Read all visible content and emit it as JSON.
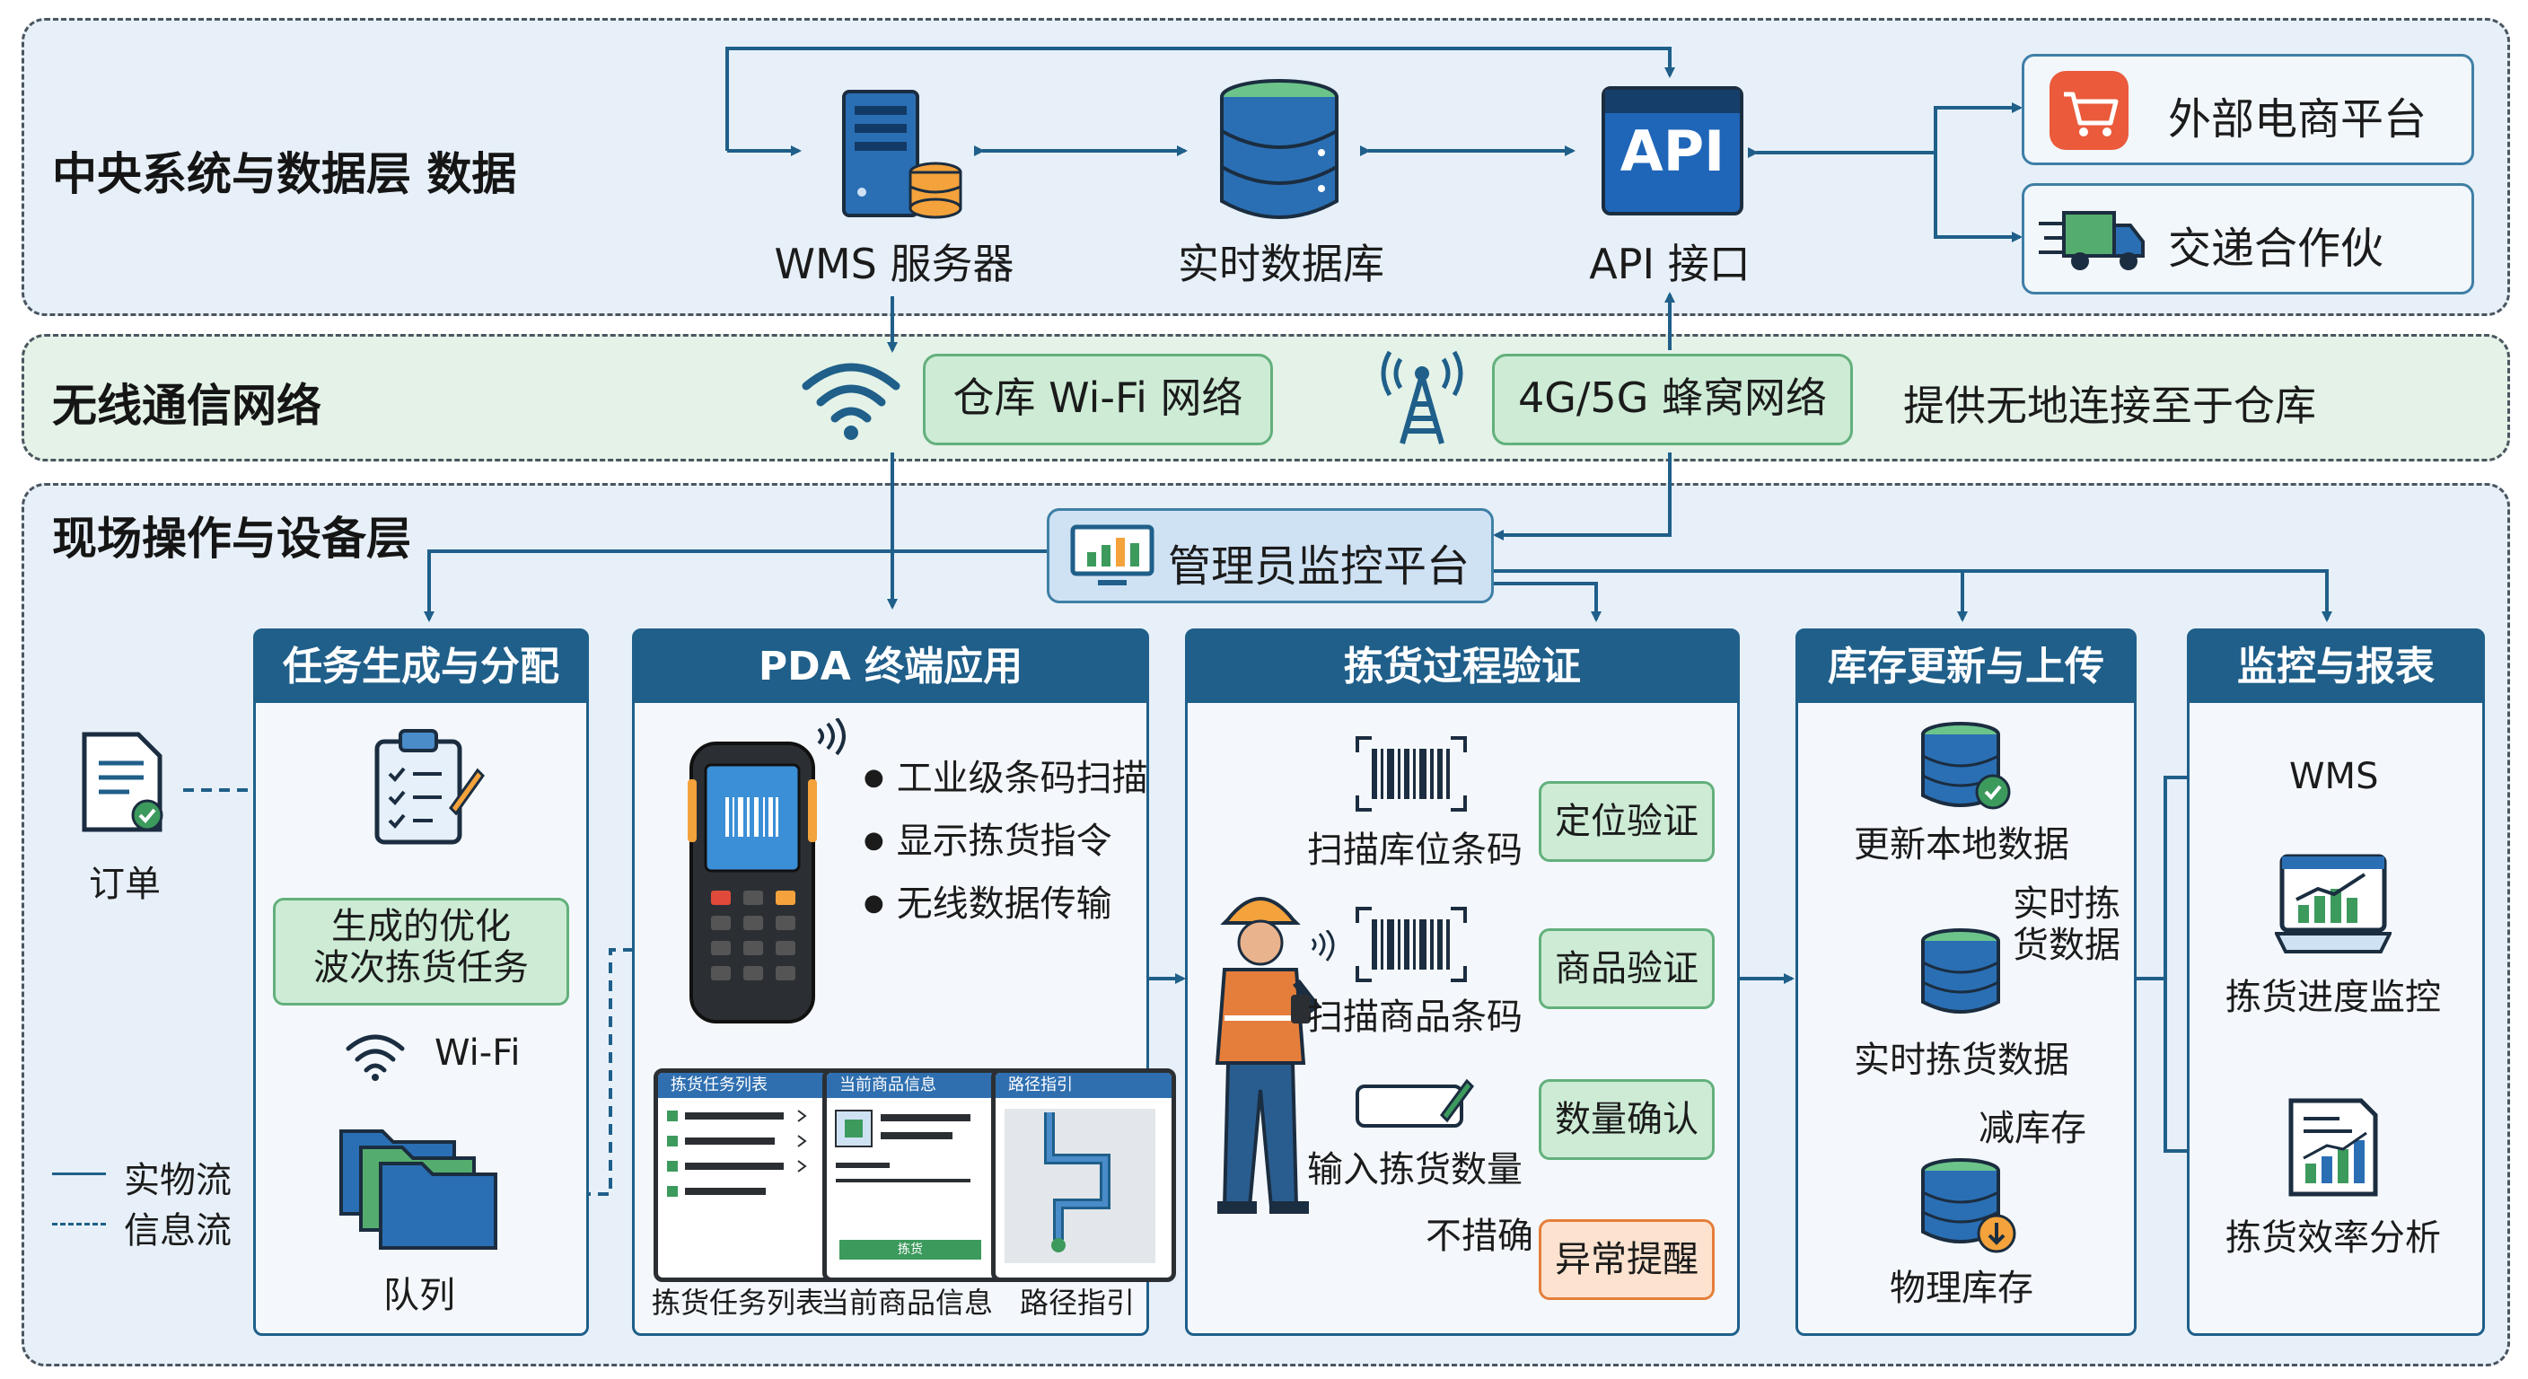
{
  "layers": {
    "central": "中央系统与数据层  数据",
    "wireless": "无线通信网络",
    "field": "现场操作与设备层"
  },
  "central": {
    "wms_server": "WMS 服务器",
    "realtime_db": "实时数据库",
    "api_icon_text": "API",
    "api": "API 接口",
    "ecommerce": "外部电商平台",
    "logistics": "交递合作伙"
  },
  "wireless": {
    "wifi": "仓库 Wi-Fi 网络",
    "cellular": "4G/5G 蜂窝网络",
    "description": "提供无地连接至于仓库"
  },
  "admin_platform": "管理员监控平台",
  "panels": {
    "task": {
      "title": "任务生成与分配",
      "order": "订单",
      "optimize_line1": "生成的优化",
      "optimize_line2": "波次拣货任务",
      "wifi": "Wi-Fi",
      "queue": "队列"
    },
    "pda": {
      "title": "PDA 终端应用",
      "bullets": [
        "工业级条码扫描",
        "显示拣货指令",
        "无线数据传输"
      ],
      "screens": [
        {
          "header": "拣货任务列表",
          "caption": "拣货任务列表"
        },
        {
          "header": "当前商品信息",
          "caption": "当前商品信息",
          "button": "拣货"
        },
        {
          "header": "路径指引",
          "caption": "路径指引"
        }
      ]
    },
    "verify": {
      "title": "拣货过程验证",
      "scan_location": "扫描库位条码",
      "scan_product": "扫描商品条码",
      "input_qty": "输入拣货数量",
      "loc_verify": "定位验证",
      "product_verify": "商品验证",
      "qty_confirm": "数量确认",
      "inaccurate": "不措确",
      "exception": "异常提醒"
    },
    "inventory": {
      "title": "库存更新与上传",
      "update_local": "更新本地数据",
      "realtime_label_1": "实时拣",
      "realtime_label_2": "货数据",
      "realtime_data": "实时拣货数据",
      "deduct": "减库存",
      "physical": "物理库存"
    },
    "report": {
      "title": "监控与报表",
      "wms": "WMS",
      "progress": "拣货进度监控",
      "efficiency": "拣货效率分析"
    }
  },
  "legend": {
    "physical_flow": "实物流",
    "info_flow": "信息流"
  },
  "colors": {
    "primary": "#1f5f8a",
    "green": "#63b07c",
    "orange": "#e57e3b"
  }
}
